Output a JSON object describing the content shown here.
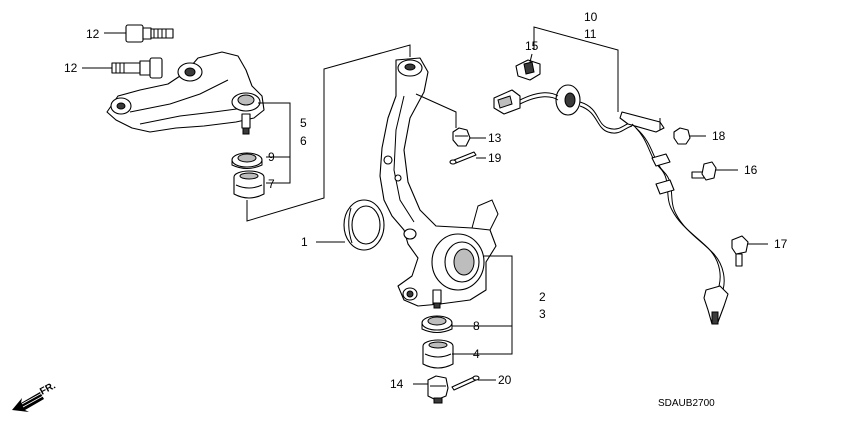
{
  "diagram_code": "SDAUB2700",
  "direction_label": "FR.",
  "callouts": {
    "c1": "1",
    "c2": "2",
    "c3": "3",
    "c4": "4",
    "c5": "5",
    "c6": "6",
    "c7": "7",
    "c8": "8",
    "c9": "9",
    "c10": "10",
    "c11": "11",
    "c12a": "12",
    "c12b": "12",
    "c13": "13",
    "c14": "14",
    "c15": "15",
    "c16": "16",
    "c17": "17",
    "c18": "18",
    "c19": "19",
    "c20": "20"
  }
}
